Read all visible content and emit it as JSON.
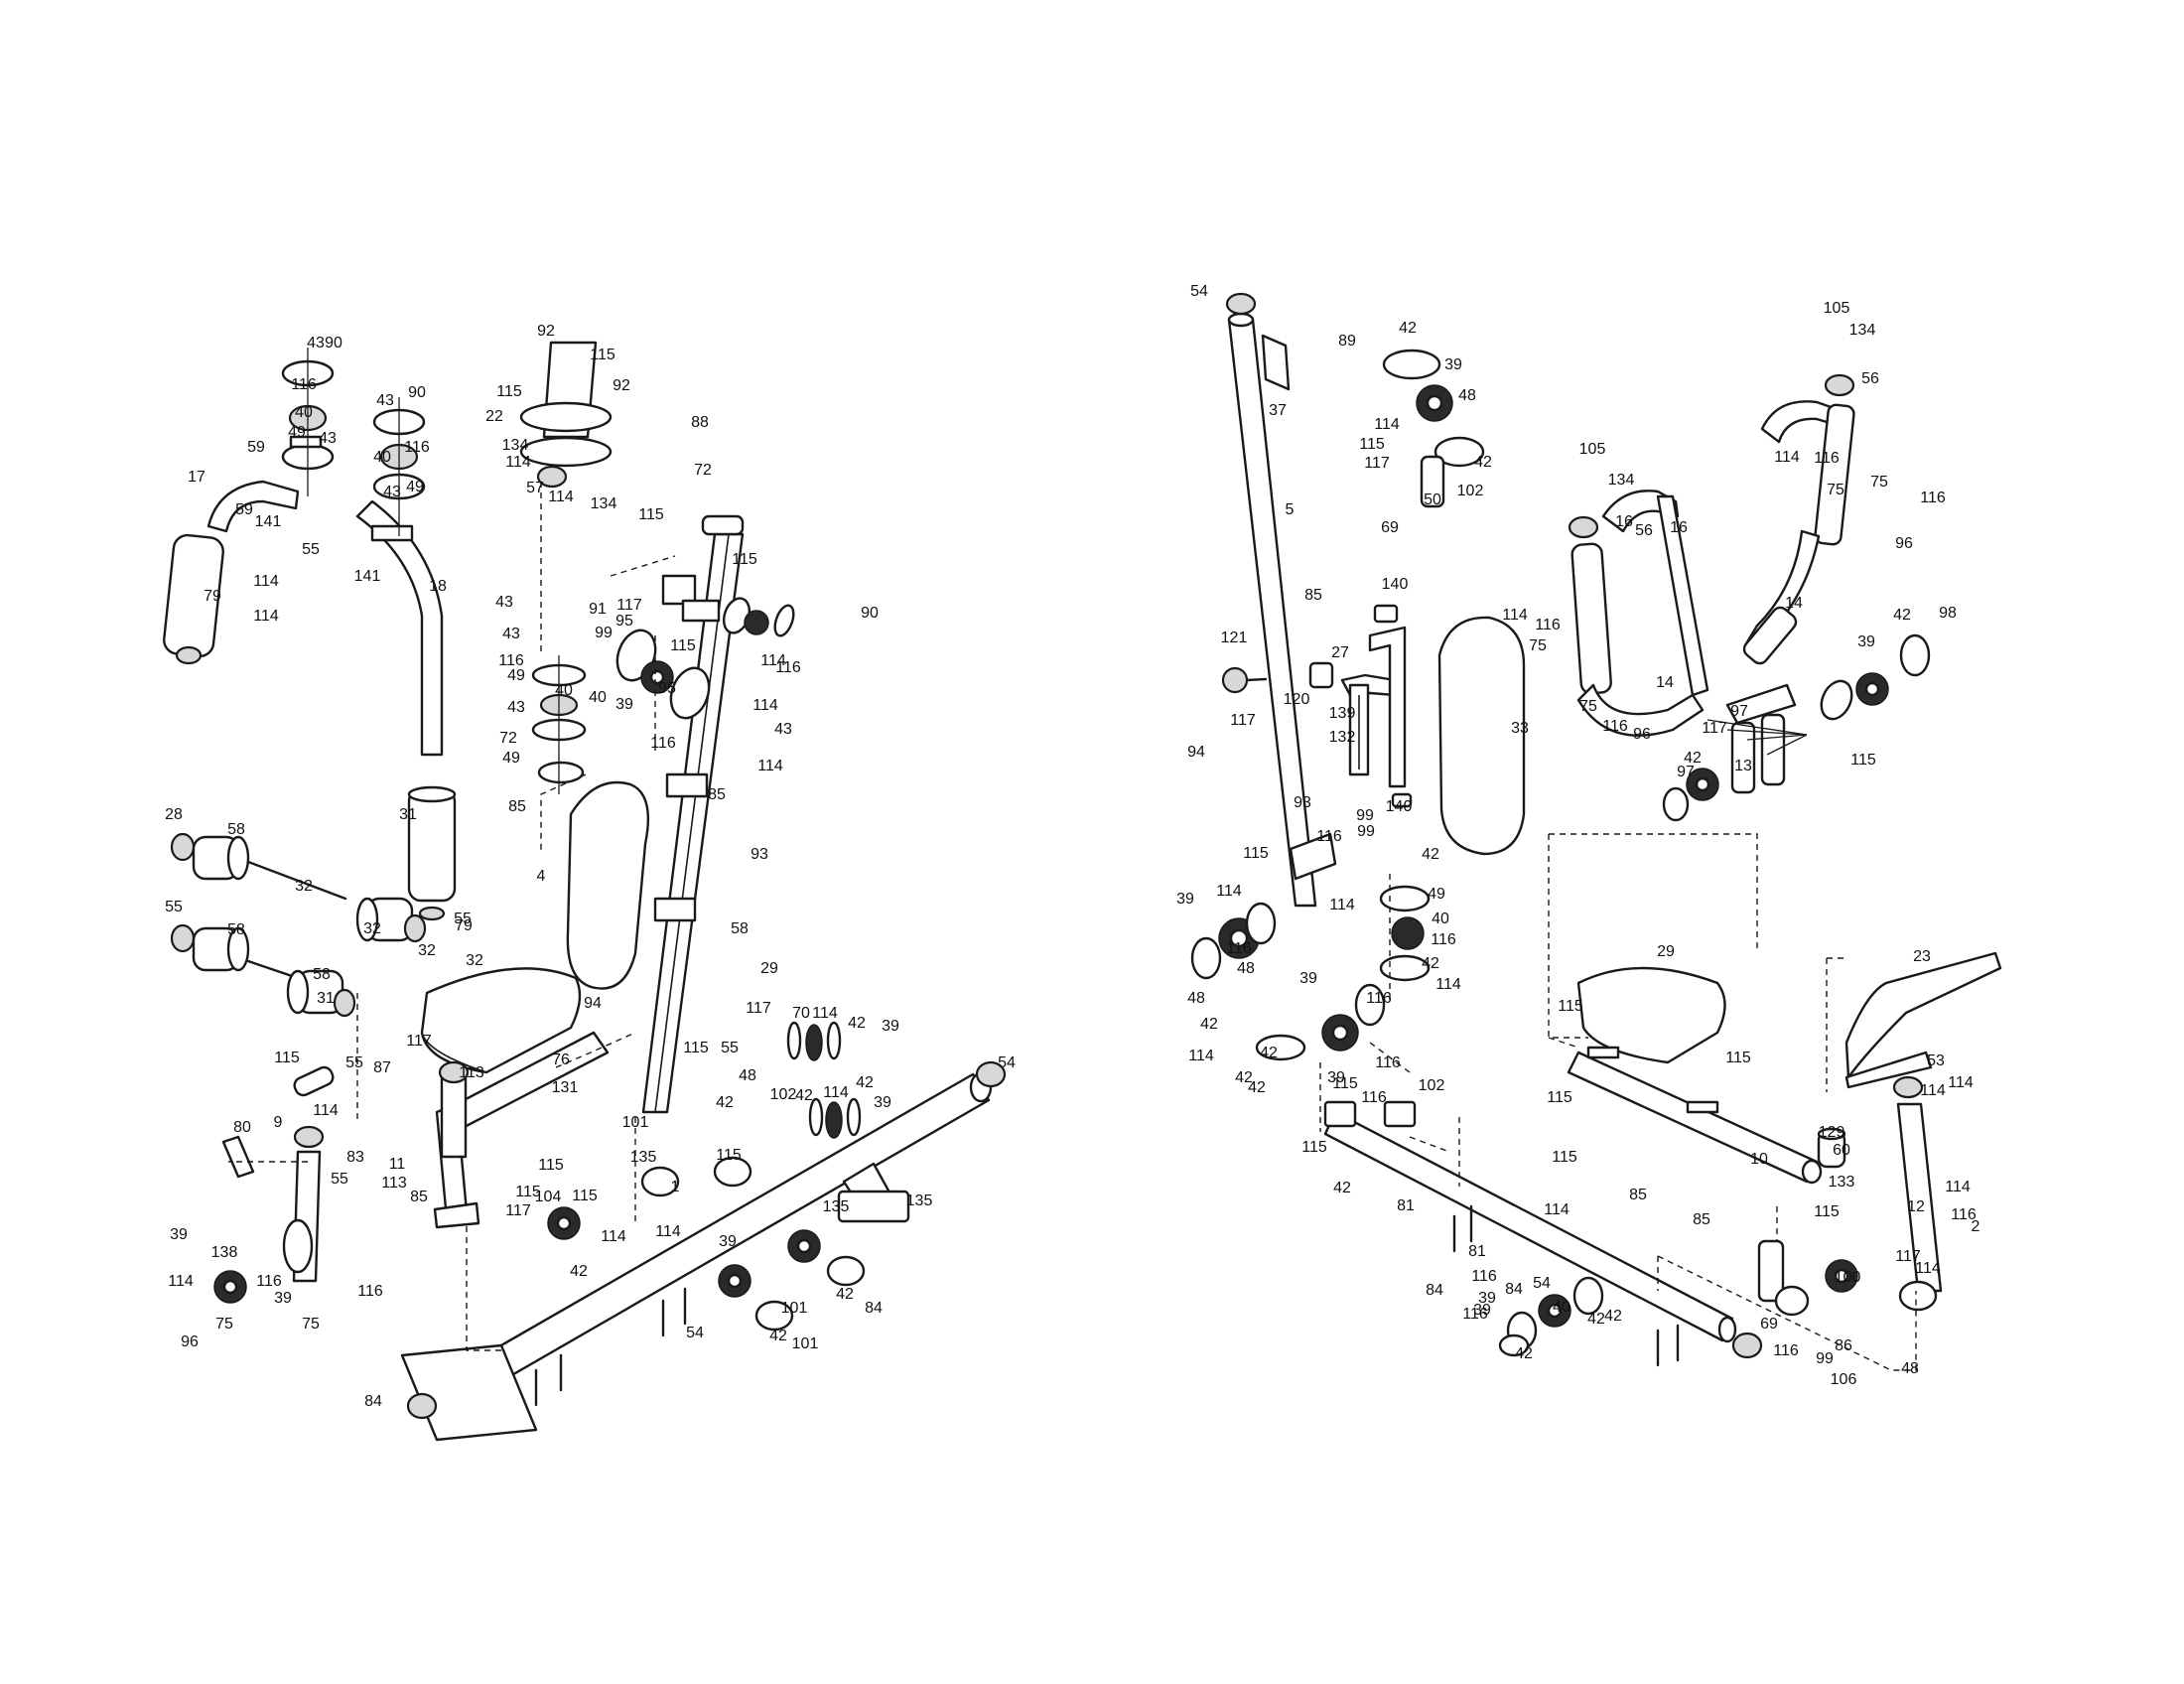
{
  "diagrams": [
    {
      "id": "left",
      "labels": [
        "43",
        "90",
        "116",
        "40",
        "49",
        "43",
        "59",
        "43",
        "90",
        "116",
        "40",
        "43",
        "49",
        "17",
        "141",
        "55",
        "59",
        "114",
        "141",
        "114",
        "18",
        "79",
        "55",
        "92",
        "115",
        "115",
        "92",
        "22",
        "134",
        "114",
        "57",
        "114",
        "134",
        "88",
        "72",
        "115",
        "115",
        "91",
        "117",
        "95",
        "99",
        "115",
        "43",
        "49",
        "40",
        "43",
        "90",
        "114",
        "116",
        "95",
        "39",
        "43",
        "116",
        "40",
        "72",
        "49",
        "43",
        "114",
        "116",
        "114",
        "85",
        "93",
        "85",
        "4",
        "28",
        "58",
        "32",
        "31",
        "79",
        "55",
        "58",
        "32",
        "32",
        "58",
        "31",
        "32",
        "58",
        "29",
        "117",
        "94",
        "117",
        "115",
        "55",
        "87",
        "113",
        "114",
        "9",
        "80",
        "55",
        "83",
        "11",
        "113",
        "76",
        "131",
        "85",
        "115",
        "115",
        "104",
        "117",
        "115",
        "114",
        "39",
        "138",
        "114",
        "75",
        "116",
        "39",
        "75",
        "116",
        "96",
        "55",
        "70",
        "114",
        "42",
        "39",
        "48",
        "42",
        "102",
        "114",
        "42",
        "39",
        "42",
        "101",
        "135",
        "115",
        "115",
        "114",
        "42",
        "1",
        "39",
        "135",
        "135",
        "42",
        "101",
        "84",
        "42",
        "101",
        "54",
        "54",
        "84"
      ]
    },
    {
      "id": "right",
      "labels": [
        "54",
        "89",
        "37",
        "42",
        "39",
        "48",
        "114",
        "115",
        "42",
        "117",
        "102",
        "50",
        "69",
        "5",
        "105",
        "134",
        "56",
        "105",
        "134",
        "56",
        "16",
        "16",
        "114",
        "116",
        "75",
        "75",
        "116",
        "96",
        "85",
        "140",
        "121",
        "120",
        "27",
        "114",
        "116",
        "75",
        "14",
        "14",
        "33",
        "75",
        "116",
        "96",
        "97",
        "42",
        "98",
        "39",
        "97",
        "115",
        "117",
        "42",
        "13",
        "94",
        "139",
        "132",
        "117",
        "93",
        "140",
        "116",
        "39",
        "114",
        "116",
        "48",
        "99",
        "115",
        "99",
        "114",
        "115",
        "42",
        "49",
        "40",
        "116",
        "42",
        "114",
        "39",
        "116",
        "48",
        "42",
        "114",
        "42",
        "42",
        "39",
        "116",
        "42",
        "116",
        "29",
        "23",
        "115",
        "115",
        "102",
        "115",
        "53",
        "114",
        "115",
        "85",
        "10",
        "60",
        "129",
        "133",
        "114",
        "85",
        "12",
        "116",
        "114",
        "115",
        "117",
        "114",
        "2",
        "81",
        "115",
        "114",
        "42",
        "81",
        "84",
        "116",
        "39",
        "40",
        "42",
        "42",
        "100",
        "69",
        "116",
        "86",
        "99",
        "106",
        "48",
        "42",
        "39",
        "116",
        "84",
        "54"
      ]
    }
  ]
}
